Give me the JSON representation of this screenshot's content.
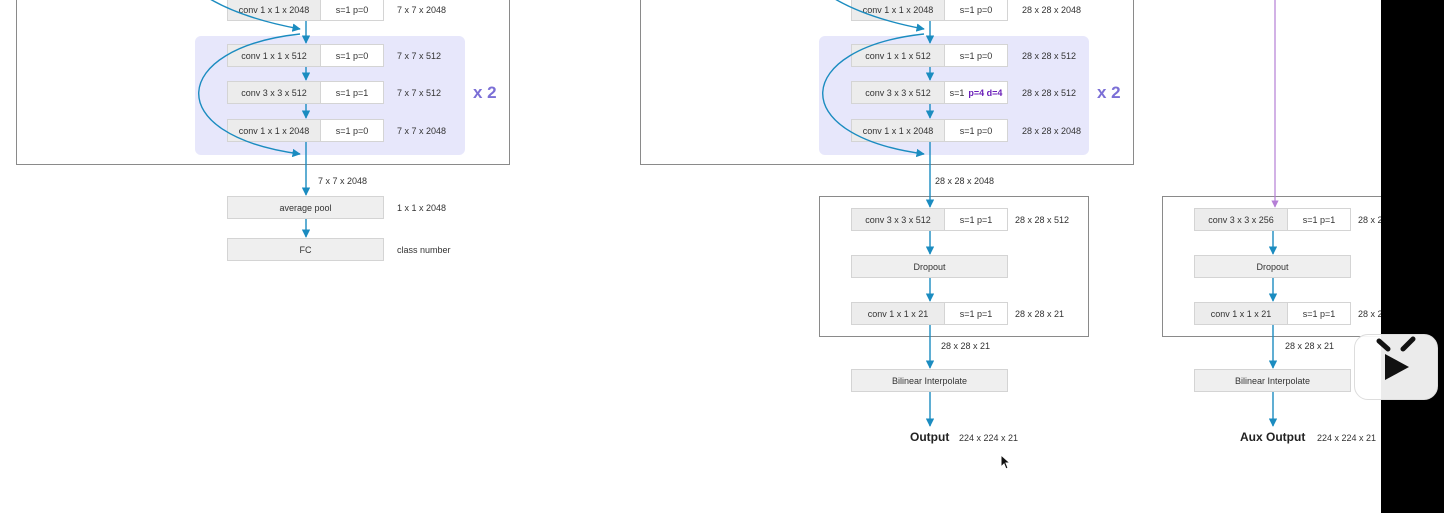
{
  "left": {
    "top_row": {
      "op": "conv 1 x 1 x 2048",
      "params": "s=1  p=0",
      "dim": "7 x 7 x 2048"
    },
    "block": [
      {
        "op": "conv 1 x 1 x 512",
        "params": "s=1  p=0",
        "dim": "7 x 7 x 512"
      },
      {
        "op": "conv 3 x 3 x 512",
        "params": "s=1  p=1",
        "dim": "7 x 7 x 512"
      },
      {
        "op": "conv 1 x 1 x 2048",
        "params": "s=1  p=0",
        "dim": "7 x 7 x 2048"
      }
    ],
    "repeat": "x 2",
    "after_dim": "7 x 7 x 2048",
    "pool": {
      "label": "average pool",
      "dim": "1 x 1 x 2048"
    },
    "fc": {
      "label": "FC",
      "dim": "class number"
    }
  },
  "middle": {
    "top_row": {
      "op": "conv 1 x 1 x 2048",
      "params": "s=1  p=0",
      "dim": "28 x 28 x 2048"
    },
    "block": [
      {
        "op": "conv 1 x 1 x 512",
        "params": "s=1  p=0",
        "dim": "28 x 28 x 512"
      },
      {
        "op": "conv 3 x 3 x 512",
        "params_plain": "s=1",
        "params_highlight": "p=4  d=4",
        "dim": "28 x 28 x 512"
      },
      {
        "op": "conv 1 x 1 x 2048",
        "params": "s=1  p=0",
        "dim": "28 x 28 x 2048"
      }
    ],
    "repeat": "x 2",
    "after_dim": "28 x 28 x 2048",
    "head": [
      {
        "op": "conv 3 x 3 x 512",
        "params": "s=1  p=1",
        "dim": "28 x 28 x 512"
      },
      {
        "label": "Dropout"
      },
      {
        "op": "conv 1 x 1 x 21",
        "params": "s=1  p=1",
        "dim": "28 x 28 x 21"
      }
    ],
    "head_out_dim": "28 x 28 x 21",
    "interp": "Bilinear Interpolate",
    "output": {
      "label": "Output",
      "dim": "224 x 224 x 21"
    }
  },
  "right": {
    "head": [
      {
        "op": "conv 3 x 3 x 256",
        "params": "s=1  p=1",
        "dim": "28 x 2"
      },
      {
        "label": "Dropout"
      },
      {
        "op": "conv 1 x 1 x 21",
        "params": "s=1  p=1",
        "dim": "28 x 2"
      }
    ],
    "head_out_dim": "28 x 28 x 21",
    "interp": "Bilinear Interpolate",
    "output": {
      "label": "Aux Output",
      "dim": "224 x 224 x 21"
    }
  },
  "colors": {
    "arrow": "#1b8cc0",
    "aux_arrow": "#b57fd6",
    "group_bg": "#e7e7fb",
    "repeat": "#7b6fd6",
    "highlight": "#6a1fb8"
  },
  "icons": [
    "bilibili-play-icon",
    "mouse-cursor-icon"
  ]
}
